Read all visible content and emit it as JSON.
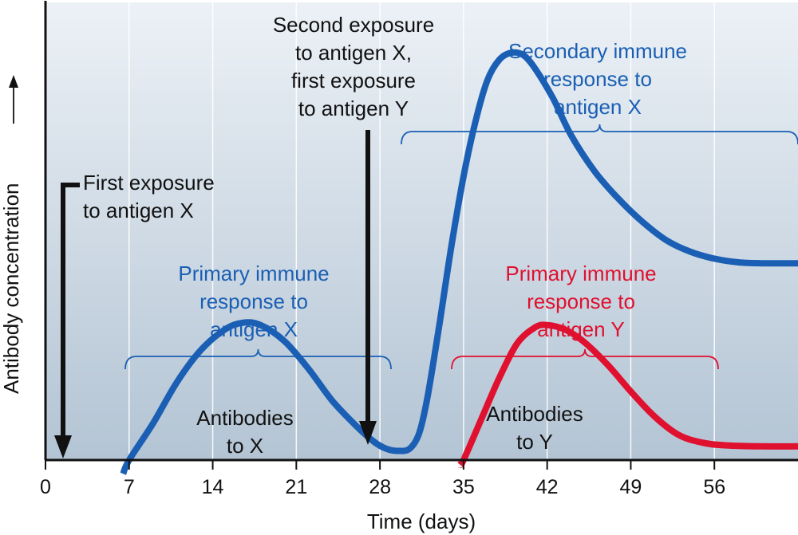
{
  "chart_data": {
    "type": "line",
    "xlabel": "Time (days)",
    "ylabel": "Antibody concentration",
    "xlim": [
      0,
      63
    ],
    "ylim": [
      0,
      100
    ],
    "x_ticks": [
      0,
      7,
      14,
      21,
      28,
      35,
      42,
      49,
      56
    ],
    "grid": true,
    "series": [
      {
        "color": "#1a5fb4",
        "points": [
          [
            6.5,
            -3
          ],
          [
            7,
            0
          ],
          [
            9,
            8
          ],
          [
            11,
            17
          ],
          [
            13,
            24
          ],
          [
            15,
            28.5
          ],
          [
            16.5,
            30
          ],
          [
            18,
            29.5
          ],
          [
            20,
            26
          ],
          [
            22,
            20
          ],
          [
            24,
            13
          ],
          [
            26,
            7.5
          ],
          [
            27.5,
            4
          ],
          [
            28.5,
            2.5
          ],
          [
            29.5,
            2
          ],
          [
            30.5,
            2.5
          ],
          [
            31.3,
            6
          ],
          [
            32,
            14
          ],
          [
            33,
            30
          ],
          [
            34,
            47
          ],
          [
            35,
            62
          ],
          [
            36,
            74
          ],
          [
            37,
            83
          ],
          [
            38,
            87.5
          ],
          [
            39,
            89
          ],
          [
            40,
            88.5
          ],
          [
            41,
            85.5
          ],
          [
            42.5,
            79
          ],
          [
            44,
            71
          ],
          [
            46,
            63
          ],
          [
            48,
            57
          ],
          [
            50,
            52
          ],
          [
            52,
            48
          ],
          [
            54,
            45.5
          ],
          [
            56,
            44
          ],
          [
            58,
            43.2
          ],
          [
            60,
            43
          ],
          [
            63,
            43
          ]
        ]
      },
      {
        "color": "#e0102f",
        "points": [
          [
            34.7,
            -1
          ],
          [
            35,
            0
          ],
          [
            36.5,
            9
          ],
          [
            38,
            18
          ],
          [
            39.5,
            25.5
          ],
          [
            41,
            29
          ],
          [
            42,
            29.5
          ],
          [
            43.5,
            28.5
          ],
          [
            45,
            26
          ],
          [
            47,
            21
          ],
          [
            49,
            15
          ],
          [
            51,
            9.5
          ],
          [
            53,
            5.5
          ],
          [
            55,
            3.8
          ],
          [
            57,
            3.2
          ],
          [
            60,
            3
          ],
          [
            63,
            3
          ]
        ]
      }
    ],
    "annotations": {
      "first_exposure": [
        "First exposure",
        "to antigen X"
      ],
      "second_exposure": [
        "Second exposure",
        "to antigen X,",
        "first exposure",
        "to antigen Y"
      ],
      "primary_x": [
        "Primary immune",
        "response to",
        "antigen X"
      ],
      "secondary_x": [
        "Secondary immune",
        "response to",
        "antigen X"
      ],
      "primary_y": [
        "Primary immune",
        "response to",
        "antigen Y"
      ],
      "antibodies_x": [
        "Antibodies",
        "to X"
      ],
      "antibodies_y": [
        "Antibodies",
        "to Y"
      ]
    },
    "colors": {
      "blue": "#1a5fb4",
      "red": "#e0102f",
      "black": "#111111",
      "bg_top": "#ecf1f6",
      "bg_bottom": "#b3c4d4"
    }
  }
}
